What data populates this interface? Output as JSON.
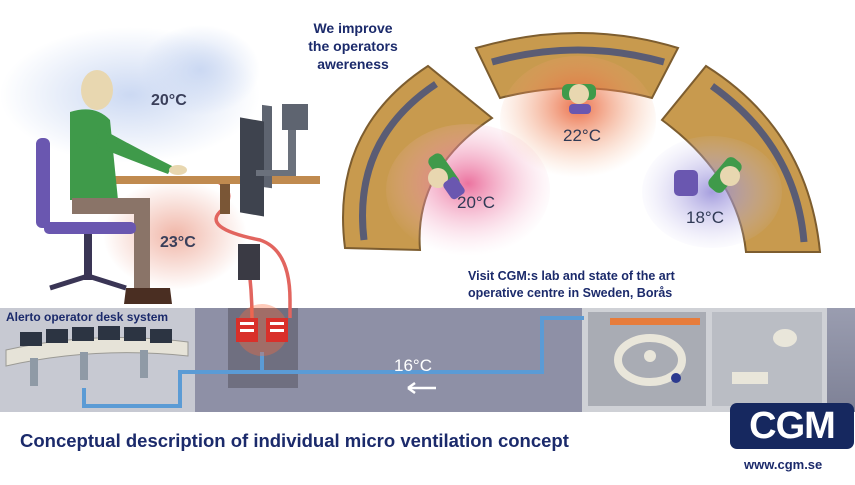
{
  "headline": {
    "line1": "We improve",
    "line2": "the operators",
    "line3": "awereness"
  },
  "visit": {
    "line1": "Visit CGM:s lab and state of the art",
    "line2": "operative centre in Sweden, Borås"
  },
  "desk_caption": "Alerto operator desk system",
  "main_caption": "Conceptual description of individual micro ventilation concept",
  "temperatures": {
    "room_air": "20°C",
    "under_desk": "23°C",
    "console_center": "22°C",
    "console_left": "20°C",
    "console_right": "18°C",
    "supply_duct": "16°C"
  },
  "brand": {
    "logo": "CGM",
    "url": "www.cgm.se"
  },
  "colors": {
    "brand_navy": "#16285f",
    "console_wood": "#c89a4e",
    "duct_blue": "#5b9bd5",
    "heater_red": "#d9302a"
  }
}
